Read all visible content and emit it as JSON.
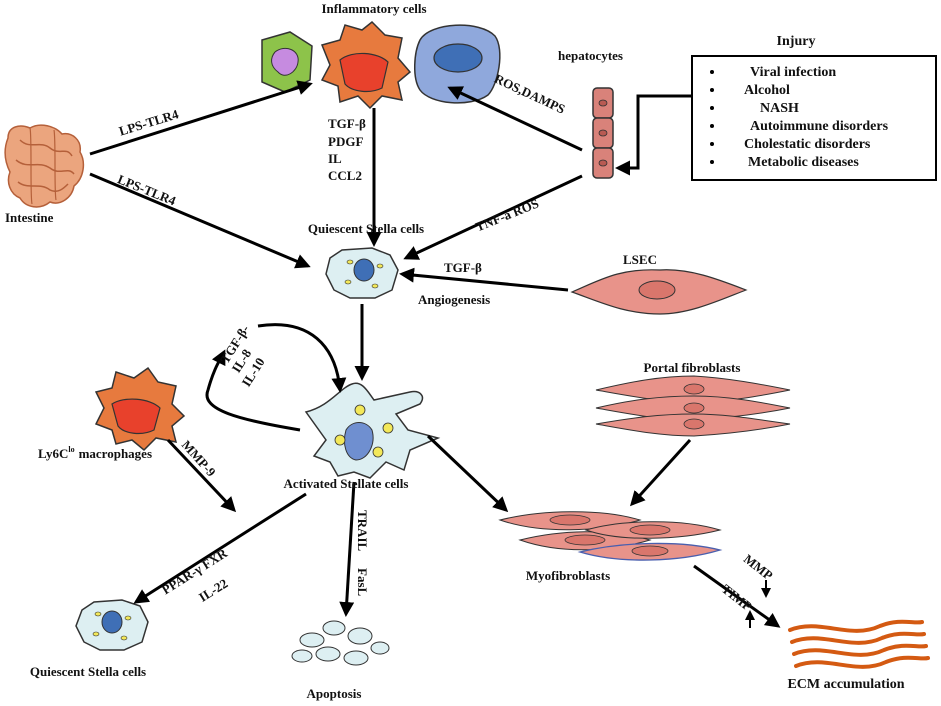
{
  "labels": {
    "inflammatory_cells": "Inflammatory cells",
    "hepatocytes": "hepatocytes",
    "injury": "Injury",
    "intestine": "Intestine",
    "lps_tlr4_top": "LPS-TLR4",
    "lps_tlr4_mid": "LPS-TLR4",
    "ros_damps": "ROS,DAMPS",
    "tnf_ros": "TNF-a ROS",
    "tgf_b": "TGF-β",
    "pdgf": "PDGF",
    "il": "IL",
    "ccl2": "CCL2",
    "quiescent_top": "Quiescent Stella cells",
    "lsec": "LSEC",
    "tgf_b_lsec": "TGF-β",
    "angiogenesis": "Angiogenesis",
    "loop_tgf": "TGF-β-",
    "loop_il8": "IL-8",
    "loop_il10": "IL-10",
    "portal_fibroblasts": "Portal fibroblasts",
    "macrophages_main": "Ly6C",
    "macrophages_sup": "lo",
    "macrophages_tail": "macrophages",
    "mmp9": "MMP-9",
    "activated": "Activated Stellate cells",
    "ppar_fxr": "PPAR-γ  FXR",
    "il22": "IL-22",
    "trail": "TRAIL",
    "fasl": "FasL",
    "myofibroblasts": "Myofibroblasts",
    "mmp": "MMP",
    "timp": "TIMP",
    "quiescent_bottom": "Quiescent Stella cells",
    "apoptosis": "Apoptosis",
    "ecm": "ECM accumulation"
  },
  "injury_list": [
    "Viral infection",
    "Alcohol",
    "NASH",
    "Autoimmune disorders",
    "Cholestatic disorders",
    "Metabolic diseases"
  ],
  "colors": {
    "macrophage_orange": "#E77A3E",
    "macrophage_nucleus": "#E8412C",
    "cell_blue": "#8FA8DC",
    "nucleus_blue": "#3F6FB6",
    "stellate_fill": "#DDEFF2",
    "lsec_pink": "#E8938A",
    "hepatocyte_pink": "#D9827A",
    "ecm_orange": "#D45A12",
    "neutrophil_green": "#8DC34A",
    "neutrophil_purple": "#C68BE0"
  }
}
